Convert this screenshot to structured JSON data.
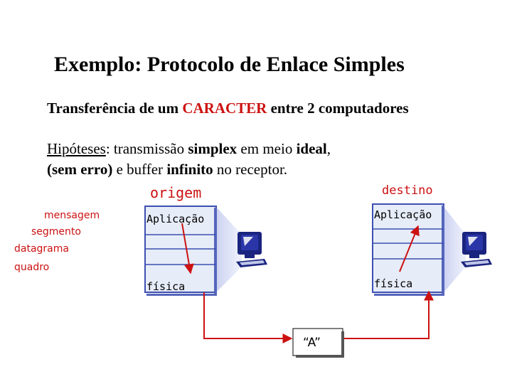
{
  "title": "Exemplo: Protocolo de Enlace Simples",
  "subtitle": {
    "prefix": "Transferência de um ",
    "highlight": "CARACTER",
    "suffix": " entre 2 computadores"
  },
  "hypotheses": {
    "label": "Hipóteses",
    "line1_a": ": transmissão ",
    "line1_b": "simplex",
    "line1_c": " em meio ",
    "line1_d": "ideal",
    "line1_e": ",",
    "line2_a": "(sem erro)",
    "line2_b": " e buffer ",
    "line2_c": "infinito",
    "line2_d": " no receptor."
  },
  "origin_label": "origem",
  "destination_label": "destino",
  "layers": [
    "mensagem",
    "segmento",
    "datagrama",
    "quadro"
  ],
  "stack_origin": {
    "top": "Aplicação",
    "bottom": "física"
  },
  "stack_destination": {
    "top": "Aplicação",
    "bottom": "física"
  },
  "transmitted_char": "“A”",
  "colors": {
    "accent_red": "#cc1111",
    "stack_fill": "#dde6f7",
    "stack_border": "#3d4fb0",
    "computer": "#1a237e"
  },
  "icons": [
    "computer-icon"
  ]
}
